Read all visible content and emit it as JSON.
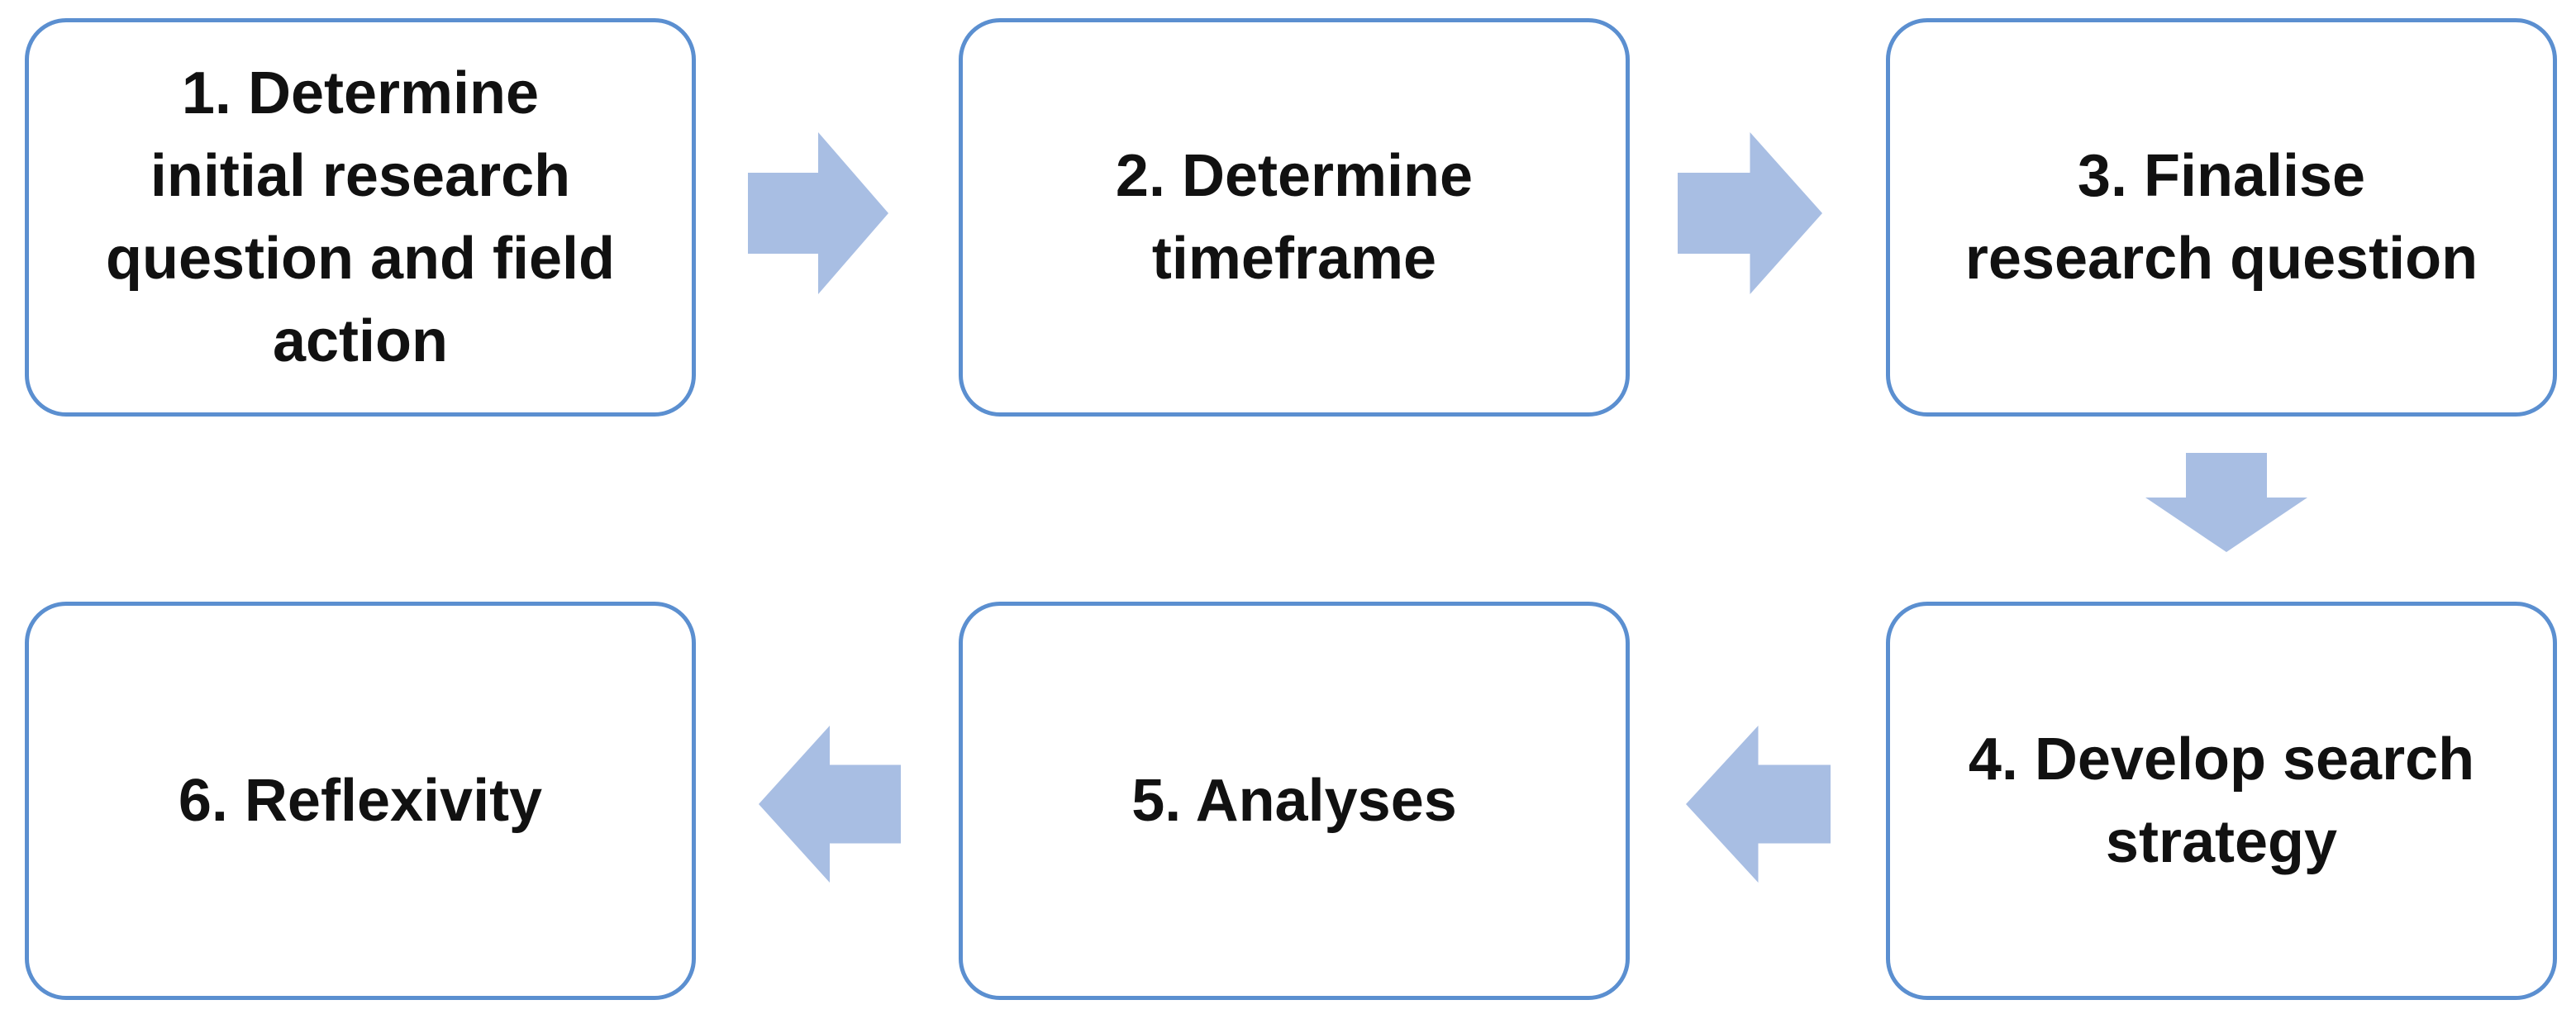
{
  "diagram": {
    "steps": [
      {
        "label": "1. Determine\ninitial research\nquestion and field\naction"
      },
      {
        "label": "2. Determine\ntimeframe"
      },
      {
        "label": "3. Finalise\nresearch question"
      },
      {
        "label": "4. Develop search\nstrategy"
      },
      {
        "label": "5. Analyses"
      },
      {
        "label": "6. Reflexivity"
      }
    ],
    "colors": {
      "box_border": "#5b8fd0",
      "arrow_fill": "#a8bee3",
      "text": "#111111"
    },
    "arrows": [
      {
        "from": "1",
        "to": "2",
        "direction": "right",
        "icon": "arrow-right-icon"
      },
      {
        "from": "2",
        "to": "3",
        "direction": "right",
        "icon": "arrow-right-icon"
      },
      {
        "from": "3",
        "to": "4",
        "direction": "down",
        "icon": "arrow-down-icon"
      },
      {
        "from": "4",
        "to": "5",
        "direction": "left",
        "icon": "arrow-left-icon"
      },
      {
        "from": "5",
        "to": "6",
        "direction": "left",
        "icon": "arrow-left-icon"
      }
    ]
  }
}
